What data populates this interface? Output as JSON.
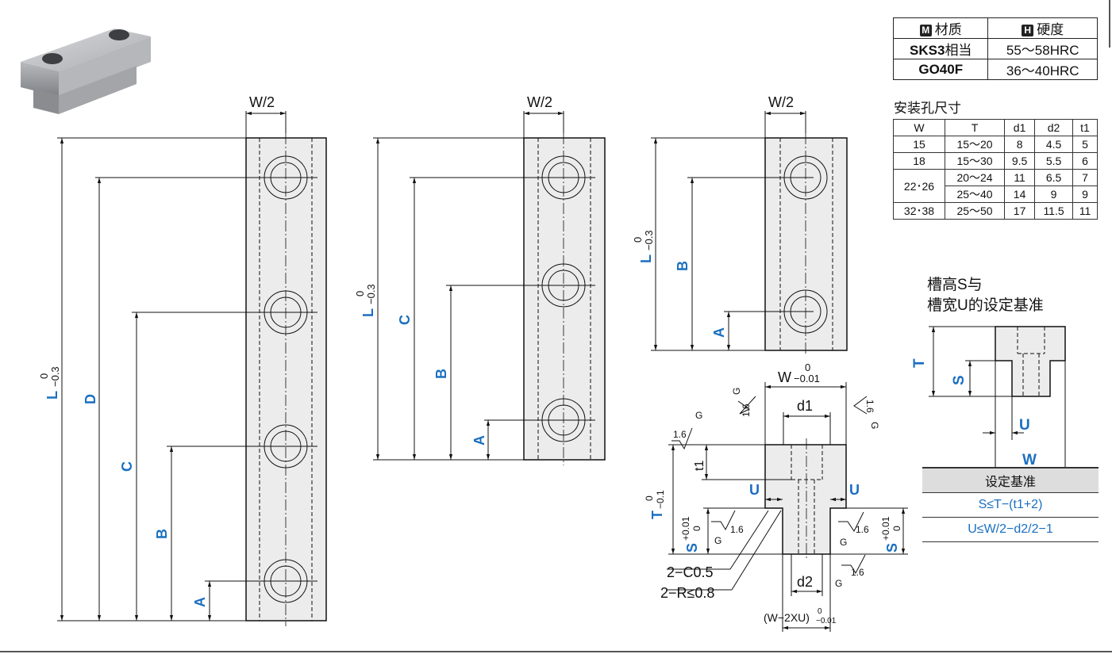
{
  "spec_table": {
    "header_material": "材质",
    "header_hardness": "硬度",
    "badge_material": "M",
    "badge_hardness": "H",
    "rows": [
      {
        "material_bold": "SKS3",
        "material_suffix": "相当",
        "hardness": "55～58HRC"
      },
      {
        "material_bold": "GO40F",
        "material_suffix": "",
        "hardness": "36～40HRC"
      }
    ]
  },
  "mount_title": "安装孔尺寸",
  "mount_table": {
    "headers": [
      "W",
      "T",
      "d1",
      "d2",
      "t1"
    ],
    "rows": [
      [
        "15",
        "15～20",
        "8",
        "4.5",
        "5"
      ],
      [
        "18",
        "15～30",
        "9.5",
        "5.5",
        "6"
      ],
      [
        "22･26",
        "20～24",
        "11",
        "6.5",
        "7"
      ],
      [
        "",
        "25～40",
        "14",
        "9",
        "9"
      ],
      [
        "32･38",
        "25～50",
        "17",
        "11.5",
        "11"
      ]
    ]
  },
  "setting": {
    "title_line1": "槽高S与",
    "title_line2": "槽宽U的设定基准",
    "label_T": "T",
    "label_S": "S",
    "label_U": "U",
    "label_W": "W",
    "table_header": "设定基准",
    "rule1": "S≤T−(t1+2)",
    "rule2": "U≤W/2−d2/2−1"
  },
  "drawings": {
    "w_half": "W/2",
    "L": "L",
    "tol_L_upper": "0",
    "tol_L_lower": "−0.3",
    "A": "A",
    "B": "B",
    "C": "C",
    "D": "D",
    "section": {
      "W": "W",
      "tol_W_upper": "0",
      "tol_W_lower": "−0.01",
      "d1": "d1",
      "d2": "d2",
      "t1": "t1",
      "T": "T",
      "tol_T_upper": "0",
      "tol_T_lower": "−0.1",
      "S": "S",
      "tol_S_upper": "+0.01",
      "tol_S_lower": "0",
      "U": "U",
      "roughness": "1.6",
      "finish": "G",
      "chamfer": "2−C0.5",
      "radius": "2−R≤0.8",
      "bottom": "(W−2XU)",
      "bottom_tol_upper": "0",
      "bottom_tol_lower": "−0.01"
    }
  },
  "colors": {
    "accent": "#1a6fc0",
    "body_fill": "#ececec",
    "line": "#111111"
  }
}
